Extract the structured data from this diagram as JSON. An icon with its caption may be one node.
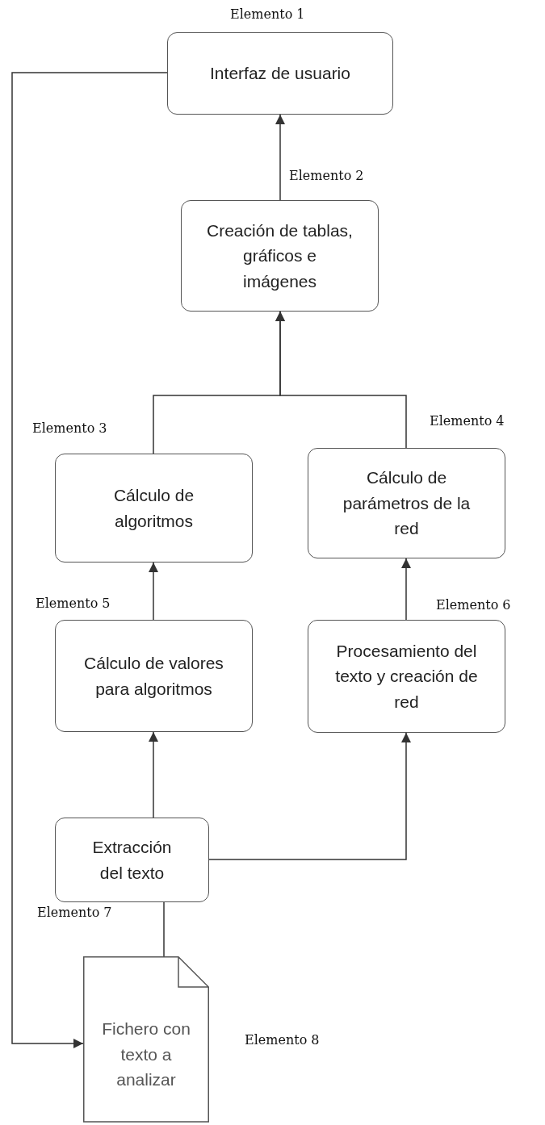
{
  "diagram": {
    "nodes": [
      {
        "text": [
          "Interfaz de usuario"
        ],
        "beside": [
          "Elemento 1"
        ]
      },
      {
        "text": [
          "Creación de tablas, gráficos e imágenes"
        ],
        "beside": [
          "Elemento 2"
        ]
      },
      {
        "text": [
          "Cálculo de algoritmos"
        ],
        "beside": [
          "Elemento 3"
        ]
      },
      {
        "text": [
          "Cálculo de parámetros de la red"
        ],
        "beside": [
          "Elemento 4"
        ]
      },
      {
        "text": [
          "Cálculo de valores para algoritmos"
        ],
        "beside": [
          "Elemento 5"
        ]
      },
      {
        "text": [
          "Procesamiento del texto y creación de red"
        ],
        "beside": [
          "Elemento 6"
        ]
      },
      {
        "text": [
          "Extracción del texto"
        ],
        "beside": [
          "Elemento 7"
        ]
      },
      {
        "text": [
          "Fichero con texto a analizar"
        ],
        "beside": [
          "Elemento 8"
        ]
      }
    ],
    "edges": [
      {
        "from": 1,
        "to": 0,
        "arrow": "to"
      },
      {
        "from": 2,
        "to": 1,
        "arrow": "to"
      },
      {
        "from": 3,
        "to": 1,
        "arrow": "to"
      },
      {
        "from": 4,
        "to": 2,
        "arrow": "to"
      },
      {
        "from": 5,
        "to": 3,
        "arrow": "to"
      },
      {
        "from": 6,
        "to": 4,
        "arrow": "to"
      },
      {
        "from": 6,
        "to": 5,
        "arrow": "to"
      },
      {
        "from": 7,
        "to": 6,
        "arrow": "none"
      },
      {
        "from": 0,
        "to": 7,
        "arrow": "to"
      }
    ]
  }
}
